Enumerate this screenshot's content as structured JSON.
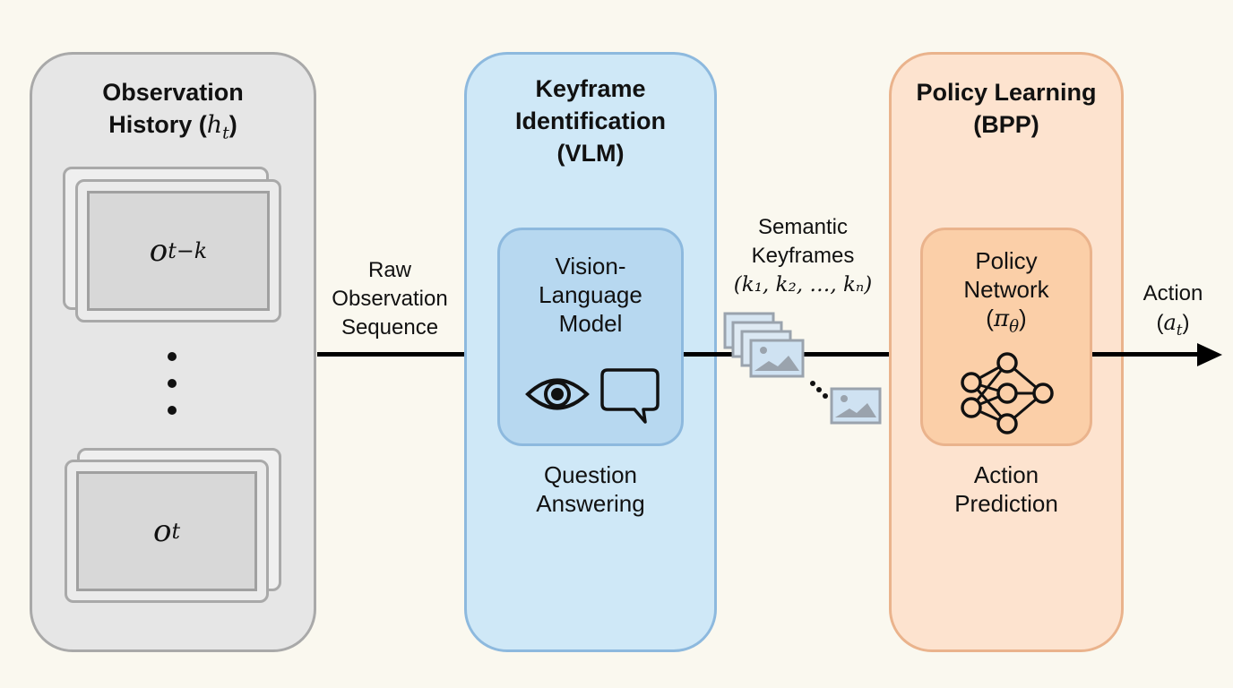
{
  "panels": {
    "observation": {
      "title_line1": "Observation",
      "title_line2": "History (",
      "title_var": "h",
      "title_sub": "t",
      "title_close": ")",
      "frame_top": {
        "var": "o",
        "sub": "t−k"
      },
      "frame_bottom": {
        "var": "o",
        "sub": "t"
      },
      "ellipsis": "⋮"
    },
    "keyframe": {
      "title_line1": "Keyframe",
      "title_line2": "Identification",
      "title_line3": "(VLM)",
      "inner_line1": "Vision-",
      "inner_line2": "Language",
      "inner_line3": "Model",
      "icons": [
        "eye-icon",
        "speech-bubble-icon"
      ],
      "caption_line1": "Question",
      "caption_line2": "Answering"
    },
    "policy": {
      "title_line1": "Policy Learning",
      "title_line2": "(BPP)",
      "inner_line1": "Policy",
      "inner_line2": "Network",
      "inner_var": "π",
      "inner_sub": "θ",
      "icons": [
        "neural-network-icon"
      ],
      "caption_line1": "Action",
      "caption_line2": "Prediction"
    }
  },
  "edges": {
    "raw": {
      "line1": "Raw",
      "line2": "Observation",
      "line3": "Sequence"
    },
    "semantic": {
      "line1": "Semantic",
      "line2": "Keyframes",
      "math": "(k₁, k₂, …, kₙ)"
    },
    "action": {
      "line1": "Action",
      "var": "a",
      "sub": "t"
    }
  },
  "colors": {
    "background": "#faf8ef",
    "observation_fill": "#e6e6e6",
    "observation_border": "#a9a9a9",
    "vlm_fill": "#cfe8f7",
    "vlm_border": "#8db9de",
    "policy_fill": "#fde3cf",
    "policy_border": "#eab38c"
  }
}
